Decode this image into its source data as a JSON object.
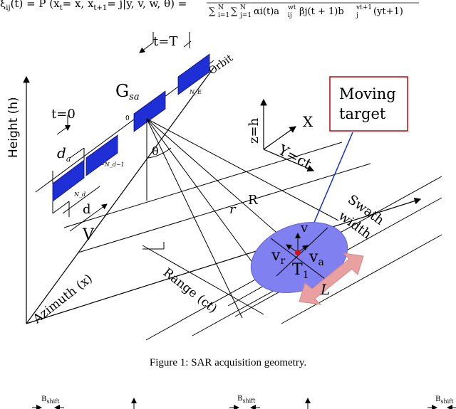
{
  "formula": {
    "lhs": "ξ",
    "lhs_sub": "ij",
    "lhs_rest": "(t) = P (x",
    "rhs_head": "= x, x",
    "rhs_tail": "= j|y, v, w, θ) =",
    "t_sub": "t",
    "t1_sub": "t+1",
    "denominator": "∑",
    "denom_body": "α",
    "denom_text": "i=1   j=1  αi(t)a  βj(t+1)b  (yt+1)",
    "sum_i": "N",
    "sum_j": "N",
    "i_lower": "i=1",
    "j_lower": "j=1",
    "alpha": "αi(t)a",
    "a_sup": "wt",
    "a_sub": "ij",
    "beta": "βj(t + 1)b",
    "b_sup": "vt+1",
    "b_sub": "j",
    "y": "(yt+1)"
  },
  "diagram": {
    "t_equals_T": "t=T",
    "t_equals_0": "t=0",
    "orbit": "Orbit",
    "g_sa_main": "G",
    "g_sa_sub": "sa",
    "n_e": "N_E",
    "zero_small": "0",
    "neg_n_d1": "−N_d−1",
    "n_d": "N_d",
    "d_a_main": "d",
    "d_a_sub": "a",
    "d_label": "d",
    "v_label": "V",
    "theta": "θ",
    "height_axis": "Height (h)",
    "azimuth_axis": "Azimuth (x)",
    "range_axis": "Range (ct)",
    "r_lower": "r",
    "r_upper": "R",
    "z_axis": "z=h",
    "x_axis": "X",
    "y_axis": "Y=ct",
    "moving_target_line1": "Moving",
    "moving_target_line2": "target",
    "swath_line1": "Swath",
    "swath_line2": "width",
    "v_main": "v",
    "vr_main": "v",
    "vr_sub": "r",
    "va_main": "v",
    "va_sub": "a",
    "t1_main": "T",
    "t1_sub": "1",
    "l_label": "L"
  },
  "caption": "Figure 1: SAR acquisition geometry.",
  "lower_figure": {
    "b_shift_1_main": "B",
    "b_shift_1_sub": "shift",
    "b_shift_2_main": "B",
    "b_shift_2_sub": "shift",
    "b_shift_3_main": "B",
    "b_shift_3_sub": "shift"
  },
  "colors": {
    "antenna": "#1f2fd6",
    "ellipse": "#8080f0",
    "moving_target_box": "#cc0000",
    "arrow_blue": "#1030d0",
    "range_arrow": "#e8a0a0",
    "target_dot": "#d01010"
  }
}
